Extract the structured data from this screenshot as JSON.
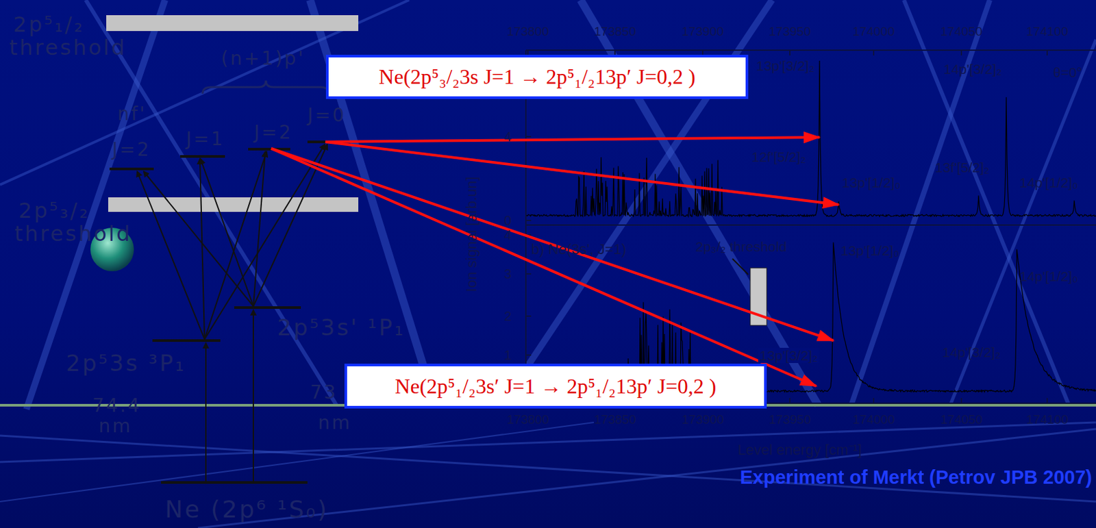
{
  "diagram": {
    "nodes": [
      {
        "text": [
          "Ne(2p⁵₃/₂3s J=1 → 2p⁵₁/₂13p′ J=0,2 )"
        ]
      },
      {
        "text": [
          "Ne(2p⁵₁/₂3s′ J=1 → 2p⁵₁/₂13p′ J=0,2 )"
        ]
      }
    ],
    "labels": [
      "2p⁵₁/₂ threshold",
      "(n+1)p'",
      "nf'",
      "J=2",
      "J=1",
      "J=2",
      "J=0",
      "2p⁵₃/₂ threshold",
      "2p⁵3s' ¹P₁",
      "2p⁵3s ³P₁",
      "74.4 nm",
      "73",
      "nm",
      "Ne (2p⁶ ¹S₀)",
      "173800",
      "173850",
      "173900",
      "173950",
      "174000",
      "174050",
      "174100",
      "173800",
      "173850",
      "173900",
      "173950",
      "174000",
      "174050",
      "174100",
      "13p'[3/2]₂",
      "14p'[3/2]₂",
      "θ=0°",
      "12f'[5/2]₂",
      "13p'[1/2]₀",
      "13f'[5/2]₂",
      "14p'[1/2]₀",
      "b)  Ne(3s', J=1)",
      "2p₃/₂ threshold",
      "13p'[1/2]₀",
      "14p'[1/2]₀",
      "13p'[3/2]₂",
      "14p'[3/2]₂",
      "4",
      "0",
      "4",
      "3",
      "2",
      "1",
      "Ion signal [arb.un]",
      "Level energy [cm⁻¹]",
      "Experiment of Merkt (Petrov JPB 2007)"
    ]
  }
}
